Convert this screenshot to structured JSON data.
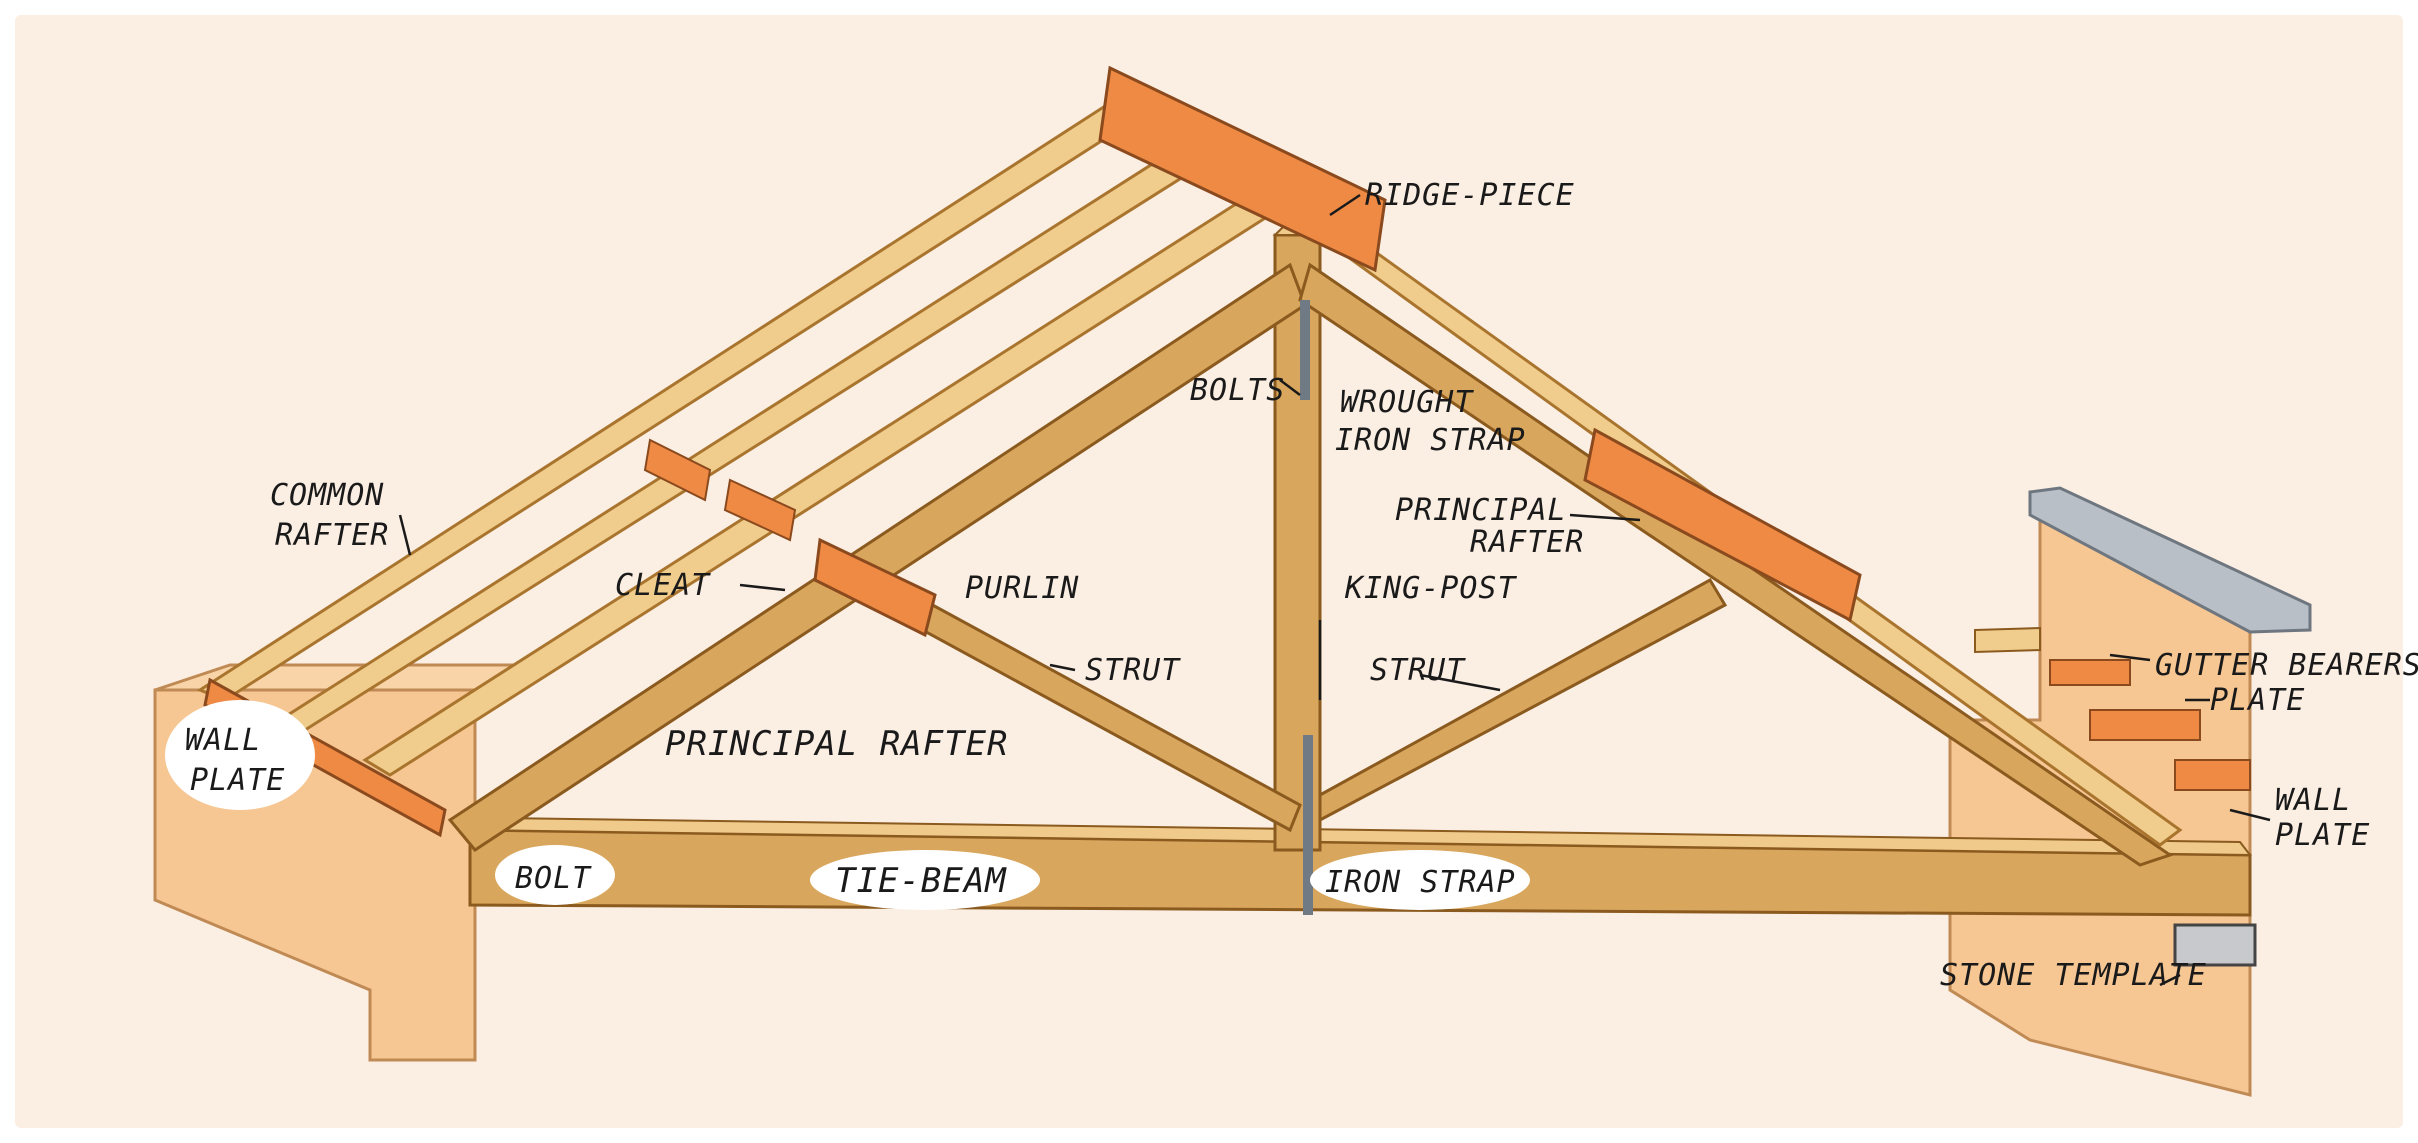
{
  "diagram": {
    "colors": {
      "background": "#fbeee3",
      "wall": "#f6c693",
      "wall_edge": "#c08a55",
      "timber": "#e0b068",
      "timber_dark": "#a9752e",
      "timber_light": "#f1cd8d",
      "purlin": "#ef8a44",
      "stone": "#b9bfc6",
      "ink": "#1a1a1a"
    },
    "labels": {
      "ridge_piece": "RIDGE-PIECE",
      "common_rafter_1": "COMMON",
      "common_rafter_2": "RAFTER",
      "cleat": "CLEAT",
      "purlin": "PURLIN",
      "bolts": "BOLTS",
      "wrought_iron_strap_1": "WROUGHT",
      "wrought_iron_strap_2": "IRON STRAP",
      "principal_rafter_right_1": "PRINCIPAL",
      "principal_rafter_right_2": "RAFTER",
      "king_post": "KING-POST",
      "strut_left": "STRUT",
      "strut_right": "STRUT",
      "gutter_bearers": "GUTTER BEARERS",
      "plate": "PLATE",
      "wall_plate_left_1": "WALL",
      "wall_plate_left_2": "PLATE",
      "wall_plate_right_1": "WALL",
      "wall_plate_right_2": "PLATE",
      "principal_rafter_left": "PRINCIPAL RAFTER",
      "bolt": "BOLT",
      "tie_beam": "TIE-BEAM",
      "iron_strap": "IRON STRAP",
      "stone_template": "STONE TEMPLATE"
    }
  }
}
